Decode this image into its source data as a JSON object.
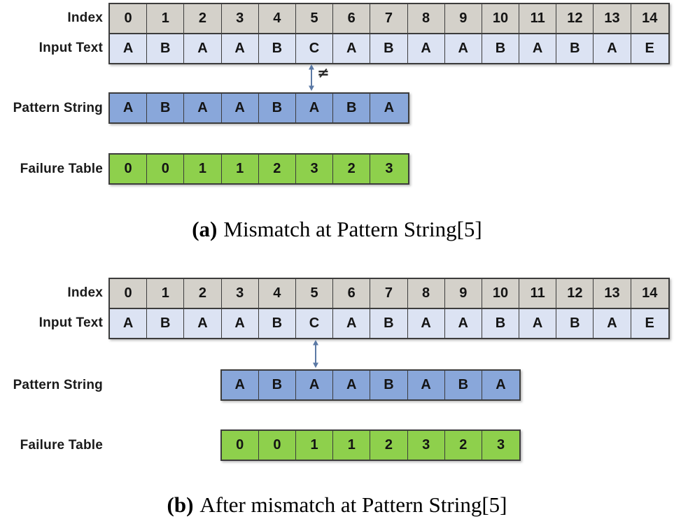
{
  "colors": {
    "index_bg": "#d4d1ca",
    "input_bg": "#dce3f3",
    "pattern_bg": "#89a7da",
    "failure_bg": "#8ed04c",
    "cell_border": "#3c3c3c",
    "arrow": "#5b79a5"
  },
  "panels": [
    {
      "caption_label": "(a)",
      "caption_text": "Mismatch at Pattern String[5]",
      "labels": {
        "index": "Index",
        "input": "Input Text",
        "pattern": "Pattern String",
        "failure": "Failure Table"
      },
      "index_values": [
        "0",
        "1",
        "2",
        "3",
        "4",
        "5",
        "6",
        "7",
        "8",
        "9",
        "10",
        "11",
        "12",
        "13",
        "14"
      ],
      "input_values": [
        "A",
        "B",
        "A",
        "A",
        "B",
        "C",
        "A",
        "B",
        "A",
        "A",
        "B",
        "A",
        "B",
        "A",
        "E"
      ],
      "pattern_values": [
        "A",
        "B",
        "A",
        "A",
        "B",
        "A",
        "B",
        "A"
      ],
      "failure_values": [
        "0",
        "0",
        "1",
        "1",
        "2",
        "3",
        "2",
        "3"
      ],
      "pattern_offset_cells": 0,
      "mismatch": {
        "text_index": 5,
        "symbol": "≠"
      }
    },
    {
      "caption_label": "(b)",
      "caption_text": "After mismatch at Pattern String[5]",
      "labels": {
        "index": "Index",
        "input": "Input Text",
        "pattern": "Pattern String",
        "failure": "Failure Table"
      },
      "index_values": [
        "0",
        "1",
        "2",
        "3",
        "4",
        "5",
        "6",
        "7",
        "8",
        "9",
        "10",
        "11",
        "12",
        "13",
        "14"
      ],
      "input_values": [
        "A",
        "B",
        "A",
        "A",
        "B",
        "C",
        "A",
        "B",
        "A",
        "A",
        "B",
        "A",
        "B",
        "A",
        "E"
      ],
      "pattern_values": [
        "A",
        "B",
        "A",
        "A",
        "B",
        "A",
        "B",
        "A"
      ],
      "failure_values": [
        "0",
        "0",
        "1",
        "1",
        "2",
        "3",
        "2",
        "3"
      ],
      "pattern_offset_cells": 3,
      "mismatch": {
        "text_index": 5,
        "symbol": ""
      }
    }
  ]
}
